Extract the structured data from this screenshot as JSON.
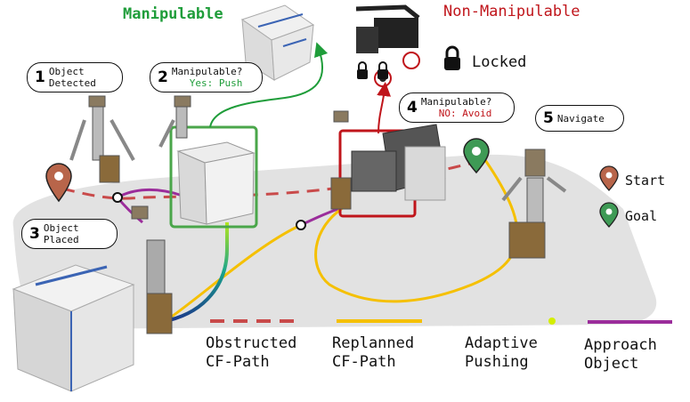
{
  "header": {
    "manipulable": "Manipulable",
    "non_manipulable": "Non-Manipulable",
    "locked": "Locked"
  },
  "steps": [
    {
      "num": "1",
      "line1": "Object",
      "line2": "Detected"
    },
    {
      "num": "2",
      "line1": "Manipulable?",
      "line2": "Yes: Push"
    },
    {
      "num": "3",
      "line1": "Object",
      "line2": "Placed"
    },
    {
      "num": "4",
      "line1": "Manipulable?",
      "line2": "NO: Avoid"
    },
    {
      "num": "5",
      "line1": "Navigate",
      "line2": ""
    }
  ],
  "markers": {
    "start": "Start",
    "goal": "Goal"
  },
  "legend": [
    {
      "line1": "Obstructed",
      "line2": "CF-Path"
    },
    {
      "line1": "Replanned",
      "line2": "CF-Path"
    },
    {
      "line1": "Adaptive",
      "line2": "Pushing"
    },
    {
      "line1": "Approach",
      "line2": "Object"
    }
  ],
  "colors": {
    "green": "#1f9d3a",
    "red": "#c0151b",
    "obstructed_path": "#c94a4a",
    "replanned_path": "#f5c000",
    "approach_path": "#9b2d9b",
    "start_marker": "#b8654a",
    "goal_marker": "#3e9a55",
    "floor": "#e2e2e2"
  }
}
